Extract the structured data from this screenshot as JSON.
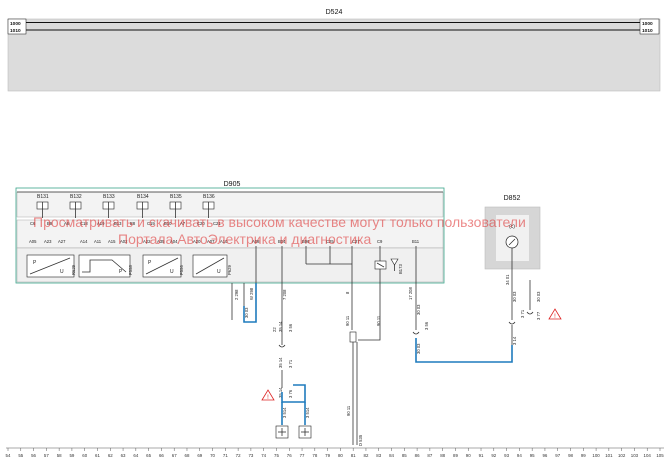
{
  "top_bus": {
    "title": "D524",
    "labels_left": [
      "1000",
      "1010"
    ],
    "labels_right": [
      "1000",
      "1010"
    ]
  },
  "ecu": {
    "title": "D905",
    "fuses": [
      "B131",
      "B132",
      "B133",
      "B134",
      "B135",
      "B136"
    ],
    "fuse_pins": [
      "C6",
      "B9",
      "A6",
      "C18",
      "A19",
      "B13",
      "B8",
      "C19",
      "B10",
      "A7",
      "C20",
      "C21"
    ],
    "lower_pins": [
      "A05",
      "A23",
      "A27",
      "A14",
      "A11",
      "A15",
      "A02",
      "A22",
      "A35",
      "A04",
      "A20",
      "A07",
      "A10",
      "A08",
      "B04",
      "B06",
      "C25",
      "C27",
      "C9",
      "B11"
    ],
    "sensors": [
      {
        "left": "P",
        "right": "U",
        "id": "R629"
      },
      {
        "left": "",
        "right": "P",
        "id": "P558"
      },
      {
        "left": "P",
        "right": "U",
        "id": "P556"
      },
      {
        "left": "",
        "right": "U",
        "id": "P629"
      }
    ],
    "relay": "B173"
  },
  "meter": {
    "title": "D852",
    "top_symbol": "(ċ)",
    "pin": "34 01"
  },
  "wire_codes": {
    "w1": [
      "2 298",
      "W 298"
    ],
    "w1b": "30 03",
    "w2": "7 208",
    "w2b": [
      "22",
      "35 14",
      "3 56"
    ],
    "w2c": [
      "35 14",
      "3 71"
    ],
    "w2d": [
      "35 14",
      "3 76"
    ],
    "w3": "8",
    "w4": [
      "90 11",
      "90 11"
    ],
    "w4b": "90 11",
    "w5": [
      "17 208",
      "30 03",
      "3 56"
    ],
    "w5b": "30 03",
    "w6": [
      "30 03",
      "3 71"
    ],
    "w6b": [
      "30 03",
      "3 77"
    ],
    "w6c": "3 14",
    "w7": "D 535",
    "ground": [
      "3 514",
      "3 514"
    ]
  },
  "ruler": [
    "54",
    "55",
    "56",
    "57",
    "58",
    "59",
    "60",
    "61",
    "62",
    "63",
    "64",
    "65",
    "66",
    "67",
    "68",
    "69",
    "70",
    "71",
    "72",
    "73",
    "74",
    "75",
    "76",
    "77",
    "78",
    "79",
    "80",
    "81",
    "82",
    "83",
    "84",
    "85",
    "86",
    "87",
    "88",
    "89",
    "90",
    "91",
    "92",
    "93",
    "94",
    "95",
    "96",
    "97",
    "98",
    "99",
    "100",
    "101",
    "102",
    "103",
    "104",
    "105"
  ],
  "watermark": {
    "line1": "Просматривать и скачивать в высоком качестве могут только пользователи",
    "line2": "Портала АвтоЭлектрика и диагностика"
  }
}
